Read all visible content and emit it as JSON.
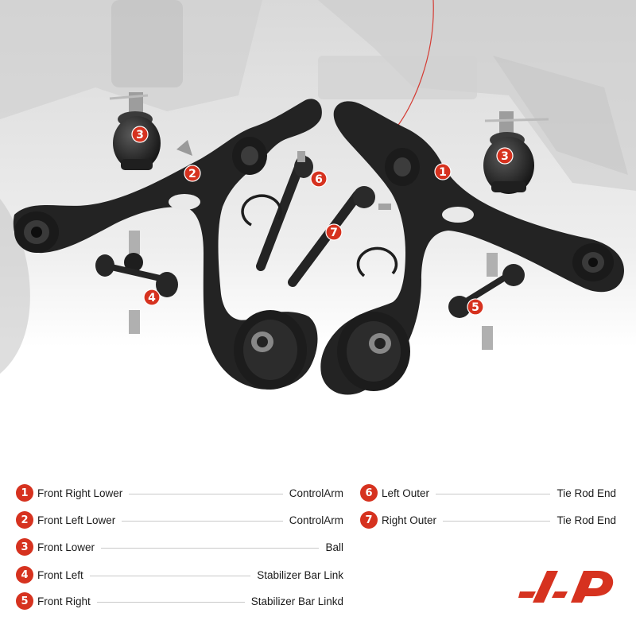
{
  "legend": {
    "items": [
      {
        "number": "1",
        "name": "Front Right Lower",
        "value": "ControlArm"
      },
      {
        "number": "2",
        "name": "Front Left Lower",
        "value": "ControlArm"
      },
      {
        "number": "3",
        "name": "Front Lower",
        "value": "Ball"
      },
      {
        "number": "4",
        "name": "Front Left",
        "value": "Stabilizer Bar Link"
      },
      {
        "number": "5",
        "name": "Front Right",
        "value": "Stabilizer Bar Linkd"
      },
      {
        "number": "6",
        "name": "Left Outer",
        "value": "Tie Rod End"
      },
      {
        "number": "7",
        "name": "Right Outer",
        "value": "Tie Rod End"
      }
    ]
  },
  "image_badges": [
    "1",
    "2",
    "3",
    "3",
    "4",
    "5",
    "6",
    "7"
  ],
  "colors": {
    "accent": "#d6321f",
    "part_black": "#222222",
    "background_gray": "#e4e4e4",
    "text": "#1b1b1b",
    "leader_line": "#c9c9c9"
  },
  "icons": [
    "brand-logo-icon"
  ]
}
